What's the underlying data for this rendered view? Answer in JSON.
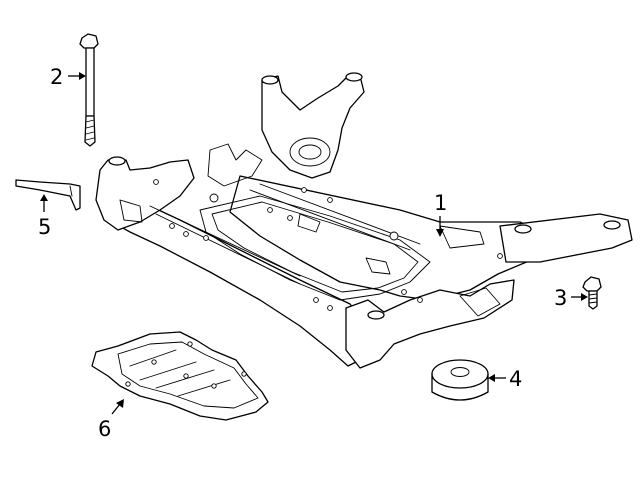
{
  "diagram": {
    "type": "exploded-parts-diagram",
    "line_color": "#000000",
    "background": "#ffffff",
    "callouts": [
      {
        "id": "1",
        "label": "1"
      },
      {
        "id": "2",
        "label": "2"
      },
      {
        "id": "3",
        "label": "3"
      },
      {
        "id": "4",
        "label": "4"
      },
      {
        "id": "5",
        "label": "5"
      },
      {
        "id": "6",
        "label": "6"
      }
    ]
  }
}
